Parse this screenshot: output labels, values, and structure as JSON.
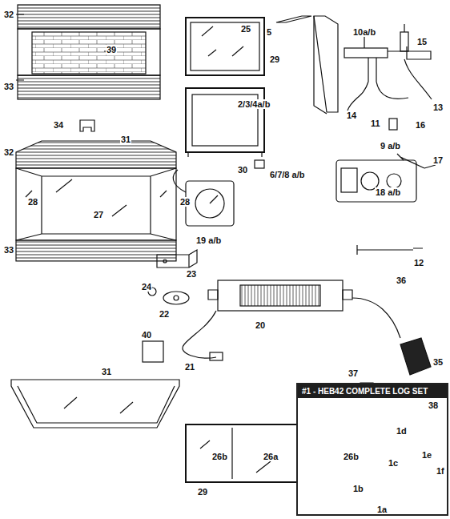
{
  "diagram": {
    "nodes": [
      {
        "text": [
          "#1 - HEB42 COMPLETE LOG SET"
        ]
      }
    ],
    "labels": [
      "32",
      "39",
      "33",
      "34",
      "25",
      "29",
      "5",
      "10a/b",
      "15",
      "2/3/4a/b",
      "14",
      "13",
      "11",
      "16",
      "9 a/b",
      "17",
      "30",
      "6/7/8 a/b",
      "18 a/b",
      "32",
      "31",
      "28",
      "27",
      "28",
      "33",
      "19 a/b",
      "23",
      "12",
      "24",
      "22",
      "20",
      "36",
      "21",
      "40",
      "35",
      "31",
      "37",
      "26b",
      "26a",
      "26b",
      "29",
      "38",
      "1d",
      "1c",
      "1e",
      "1f",
      "1b",
      "1a"
    ]
  }
}
